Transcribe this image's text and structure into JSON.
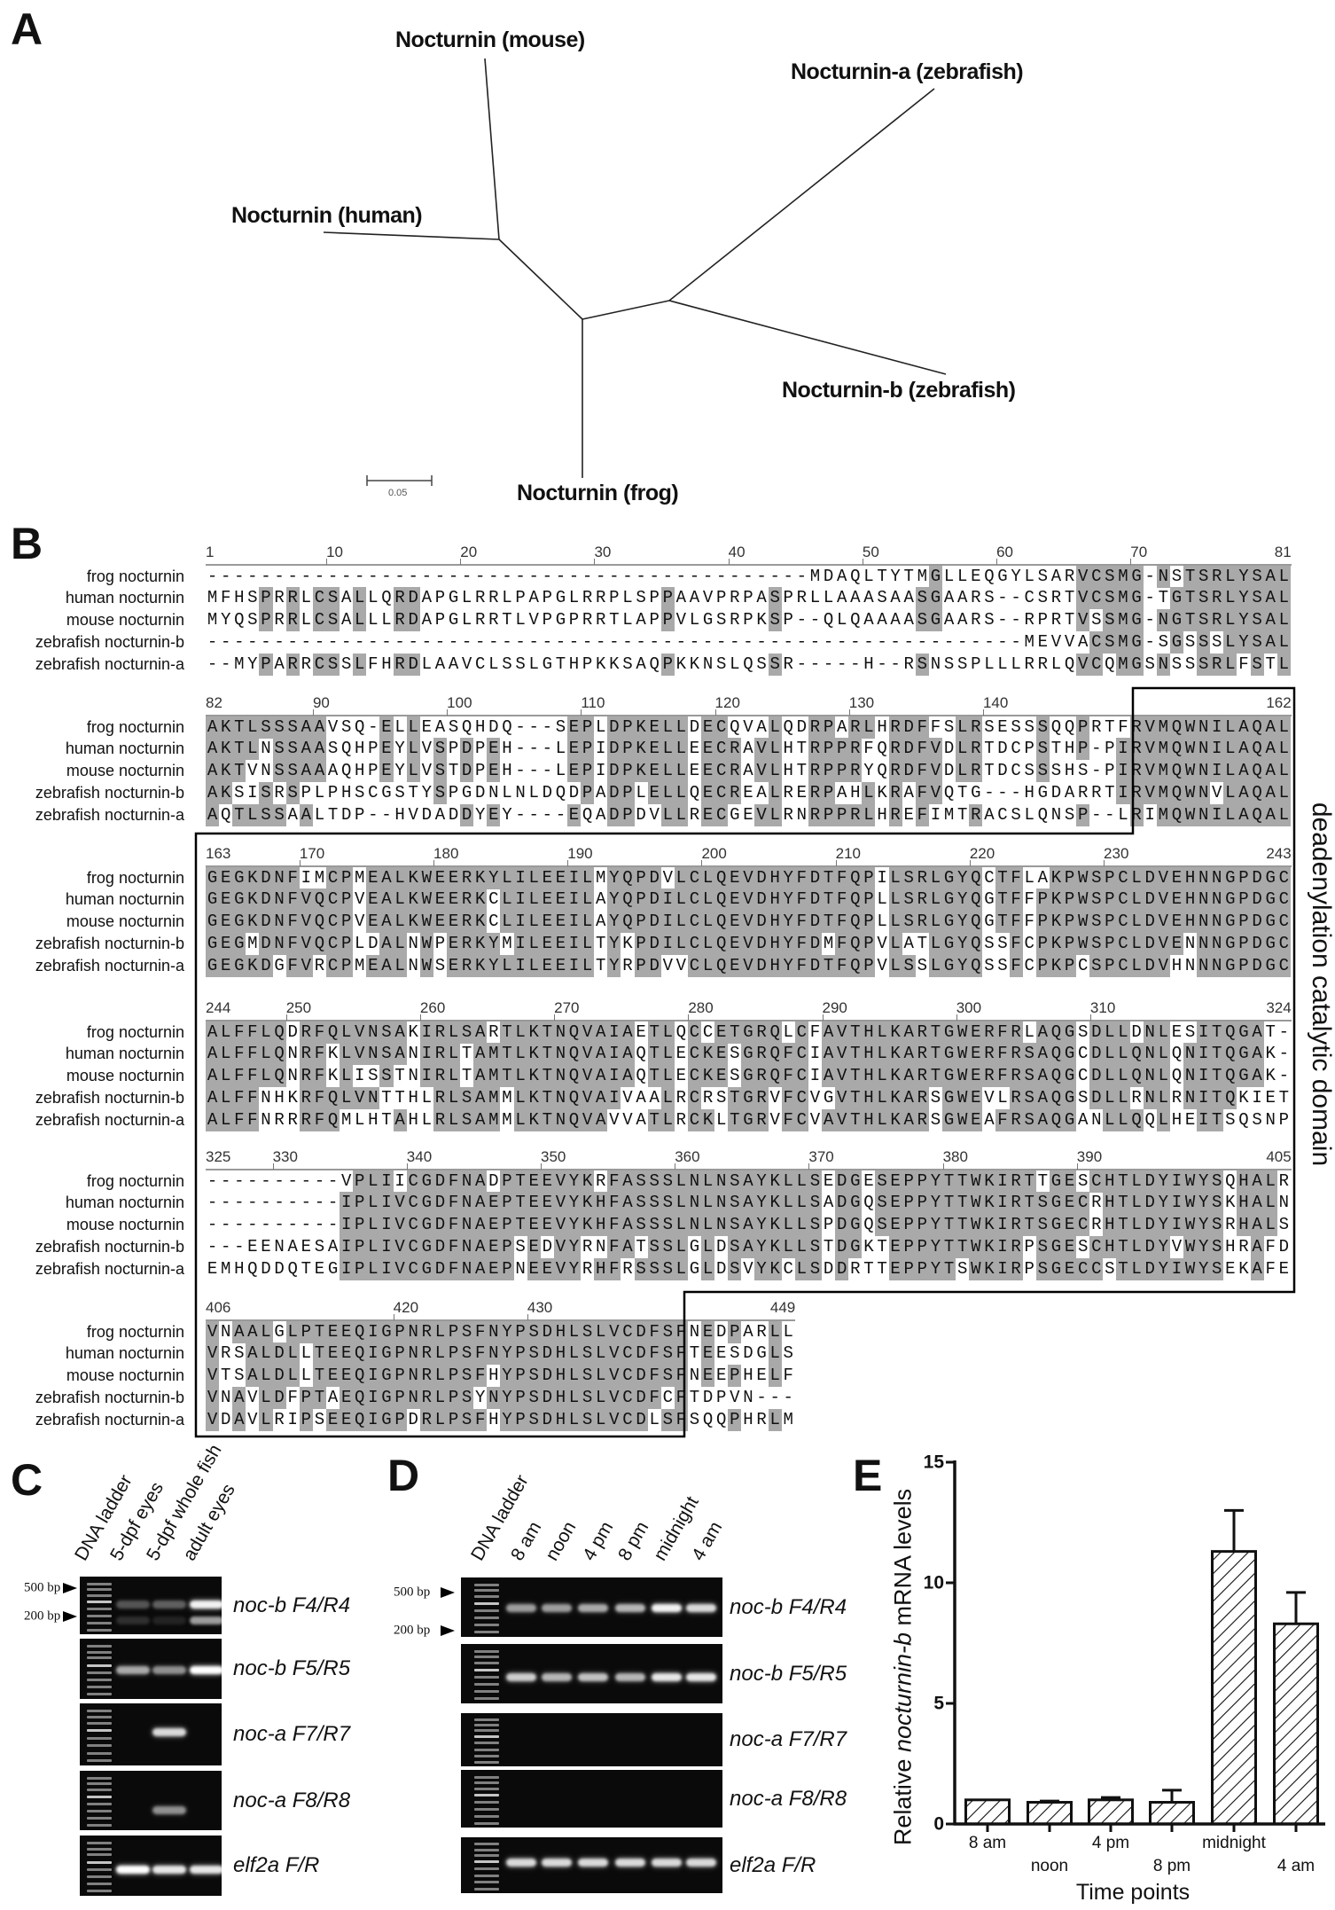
{
  "panel_labels": {
    "a": "A",
    "b": "B",
    "c": "C",
    "d": "D",
    "e": "E"
  },
  "tree": {
    "taxa": {
      "mouse": "Nocturnin (mouse)",
      "human": "Nocturnin (human)",
      "frog": "Nocturnin (frog)",
      "zf_a": "Nocturnin-a (zebrafish)",
      "zf_b": "Nocturnin-b (zebrafish)"
    },
    "scale_label": "0.05"
  },
  "alignment": {
    "species": [
      "frog nocturnin",
      "human nocturnin",
      "mouse nocturnin",
      "zebrafish nocturnin-b",
      "zebrafish nocturnin-a"
    ],
    "domain_label": "deadenylation catalytic domain",
    "blocks": [
      {
        "start": 1,
        "ruler": [
          1,
          10,
          20,
          30,
          40,
          50,
          60,
          70,
          81
        ],
        "seqs": [
          "---------------------------------------------MDAQLTYTMGLLEQGYLSARVCSMG-NSTSRLYSAL",
          "MFHSPRRLCSALLQRDAPGLRRLPAPGLRRPLSPPAAVPRPASPRLLAAASAASGAARS--CSRTVCSMG-TGTSRLYSAL",
          "MYQSPRRLCSALLLRDAPGLRRTLVPGPRRTLAPPVLGSRPKSP--QLQAAAASGAARS--RPRTVSSMG-NGTSRLYSAL",
          "-------------------------------------------------------------MEVVACSMG-SGSSSLYSAL",
          "--MYPARRCSSLFHRDLAAVCLSSLGTHPKKSAQPKKNSLQSSR-----H--RSNSSPLLLRRLQVCQMGSNSSSRLFSTL"
        ]
      },
      {
        "start": 82,
        "ruler": [
          82,
          90,
          100,
          110,
          120,
          130,
          140,
          162
        ],
        "seqs": [
          "AKTLSSSAAVSQ-ELLEASQHDQ---SEPLDPKELLDECQVALQDRPARLHRDFFSLRSESSSQQPRTFRVMQWNILAQAL",
          "AKTLNSSAASQHPEYLVSPDPEH---LEPIDPKELLEECRAVLHTRPPRFQRDFVDLRTDCPSTHP-PIRVMQWNILAQAL",
          "AKTVNSSAAAQHPEYLVSTDPEH---LEPIDPKELLEECRAVLHTRPPRYQRDFVDLRTDCSSSHS-PIRVMQWNILAQAL",
          "AKSISRSPLPHSCGSTYSPGDNLNLDQDPADPLELLQECREALRERPAHLKRAFVQTG---HGDARRTIRVMQWNVLAQAL",
          "AQTLSSAALTDP--HVDADDYEY----EQADPDVLLRECGEVLRNRPPRLHREFIMTRACSLQNSP--LRIMQWNILAQAL"
        ]
      },
      {
        "start": 163,
        "ruler": [
          163,
          170,
          180,
          190,
          200,
          210,
          220,
          230,
          243
        ],
        "seqs": [
          "GEGKDNFIMCPMEALKWEERKYLILEEILMYQPDVLCLQEVDHYFDTFQPILSRLGYQCTFLAKPWSPCLDVEHNNGPDGC",
          "GEGKDNFVQCPVEALKWEERKCLILEEILAYQPDILCLQEVDHYFDTFQPLLSRLGYQGTFFPKPWSPCLDVEHNNGPDGC",
          "GEGKDNFVQCPVEALKWEERKCLILEEILAYQPDILCLQEVDHYFDTFQPLLSRLGYQGTFFPKPWSPCLDVEHNNGPDGC",
          "GEGMDNFVQCPLDALNWPERKYMILEEILTYKPDILCLQEVDHYFDMFQPVLATLGYQSSFCPKPWSPCLDVENNNGPDGC",
          "GEGKDGFVRCPMEALNWSERKYLILEEILTYRPDVVCLQEVDHYFDTFQPVLSSLGYQSSFCPKPCSPCLDVHNNNGPDGC"
        ]
      },
      {
        "start": 244,
        "ruler": [
          244,
          250,
          260,
          270,
          280,
          290,
          300,
          310,
          324
        ],
        "seqs": [
          "ALFFLQDRFQLVNSAKIRLSARTLKTNQVAIAETLQCCETGRQLCFAVTHLKARTGWERFRLAQGSDLLDNLESITQGAT-",
          "ALFFLQNRFKLVNSANIRLTAMTLKTNQVAIAQTLECKESGRQFCIAVTHLKARTGWERFRSAQGCDLLQNLQNITQGAK-",
          "ALFFLQNRFKLISSTNIRLTAMTLKTNQVAIAQTLECKESGRQFCIAVTHLKARTGWERFRSAQGCDLLQNLQNITQGAK-",
          "ALFFNHKRFQLVNTTHLRLSAMMLKTNQVAIVAALRCRSTGRVFCVGVTHLKARSGWEVLRSAQGSDLLRNLRNITQKIET",
          "ALFFNRRRFQMLHTAHLRLSAMMLKTNQVAVVATLRCKLTGRVFCVAVTHLKARSGWEAFRSAQGANLLQQLHEITSQSNP"
        ]
      },
      {
        "start": 325,
        "ruler": [
          325,
          330,
          340,
          350,
          360,
          370,
          380,
          390,
          405
        ],
        "seqs": [
          "----------VPLIICGDFNADPTEEVYKRFASSSLNLNSAYKLLSEDGESEPPYTTWKIRTTGESCHTLDYIWYSQHALR",
          "----------IPLIVCGDFNAEPTEEVYKHFASSSLNLNSAYKLLSADGQSEPPYTTWKIRTSGECRHTLDYIWYSKHALN",
          "----------IPLIVCGDFNAEPTEEVYKHFASSSLNLNSAYKLLSPDGQSEPPYTTWKIRTSGECRHTLDYIWYSRHALS",
          "---EENAESAIPLIVCGDFNAEPSEDVYRNFATSSLGLDSAYKLLSTDGKTEPPYTTWKIRPSGESCHTLDYVWYSHRAFD",
          "EMHQDDQTEGIPLIVCGDFNAEPNEEVYRHFRSSSLGLDSVYKCLSDDRTTEPPYTSWKIRPSGECCSTLDYIWYSEKAFE"
        ]
      },
      {
        "start": 406,
        "ruler": [
          406,
          420,
          430,
          449
        ],
        "seqs": [
          "VNAALGLPTEEQIGPNRLPSFNYPSDHLSLVCDFSFNEDPARLL",
          "VRSALDLLTEEQIGPNRLPSFNYPSDHLSLVCDFSFTEESDGLS",
          "VTSALDLLTEEQIGPNRLPSFHYPSDHLSLVCDFSFNEEPHELF",
          "VNAVLDFPTAEQIGPNRLPSYNYPSDHLSLVCDFCFTDPVN---",
          "VDAVLRIPSEEQIGPDRLPSFHYPSDHLSLVCDLSFSQQPHRLM"
        ]
      }
    ]
  },
  "gel_c": {
    "lanes": [
      "DNA ladder",
      "5-dpf eyes",
      "5-dpf whole fish",
      "adult eyes"
    ],
    "markers": [
      "500 bp",
      "200 bp"
    ],
    "strips": [
      {
        "primer": "noc-b F4/R4",
        "bands": [
          0.3,
          0.35,
          0.95
        ],
        "second_bands": [
          0.15,
          0.1,
          0.6
        ]
      },
      {
        "primer": "noc-b F5/R5",
        "bands": [
          0.65,
          0.55,
          1.0
        ]
      },
      {
        "primer": "noc-a F7/R7",
        "bands": [
          0,
          0.85,
          0
        ]
      },
      {
        "primer": "noc-a F8/R8",
        "bands": [
          0,
          0.55,
          0
        ]
      },
      {
        "primer": "elf2a F/R",
        "bands": [
          1.0,
          0.9,
          0.9
        ]
      }
    ]
  },
  "gel_d": {
    "lanes": [
      "DNA ladder",
      "8 am",
      "noon",
      "4 pm",
      "8 pm",
      "midnight",
      "4 am"
    ],
    "markers": [
      "500 bp",
      "200 bp"
    ],
    "strips": [
      {
        "primer": "noc-b F4/R4",
        "bands": [
          0.6,
          0.6,
          0.65,
          0.7,
          0.95,
          0.85
        ]
      },
      {
        "primer": "noc-b F5/R5",
        "bands": [
          0.8,
          0.7,
          0.75,
          0.7,
          0.9,
          0.9
        ]
      },
      {
        "primer": "noc-a F7/R7",
        "bands": [
          0,
          0,
          0,
          0,
          0,
          0
        ]
      },
      {
        "primer": "noc-a F8/R8",
        "bands": [
          0,
          0,
          0,
          0,
          0,
          0
        ]
      },
      {
        "primer": "elf2a F/R",
        "bands": [
          0.85,
          0.85,
          0.85,
          0.85,
          0.85,
          0.85
        ]
      }
    ]
  },
  "chart_data": {
    "type": "bar",
    "categories": [
      "8 am",
      "noon",
      "4 pm",
      "8 pm",
      "midnight",
      "4 am"
    ],
    "values": [
      1.0,
      0.9,
      1.0,
      0.9,
      11.3,
      8.3
    ],
    "errors": [
      0.0,
      0.05,
      0.1,
      0.5,
      1.7,
      1.3
    ],
    "ylim": [
      0,
      15
    ],
    "yticks": [
      "0",
      "5",
      "10",
      "15"
    ],
    "xlabel": "Time points",
    "ylabel_parts": [
      "Relative ",
      "nocturnin-b",
      " mRNA levels"
    ],
    "fill": "hatched",
    "grid": false
  }
}
